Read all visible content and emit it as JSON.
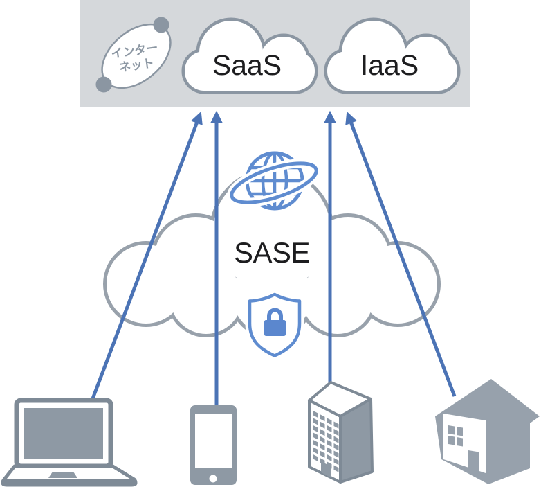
{
  "labels": {
    "internet_line1": "インター",
    "internet_line2": "ネット",
    "saas": "SaaS",
    "iaas": "IaaS",
    "sase": "SASE"
  },
  "icons": {
    "internet": "internet-ellipse-symbol",
    "saas": "saas-cloud",
    "iaas": "iaas-cloud",
    "sase": "sase-cloud",
    "globe": "globe-orbit-icon",
    "shield": "shield-lock-icon",
    "devices": [
      "laptop-icon",
      "smartphone-icon",
      "office-building-icon",
      "house-icon"
    ],
    "arrows": [
      "arrow-laptop-up",
      "arrow-smartphone-up",
      "arrow-building-up",
      "arrow-house-up"
    ]
  },
  "colors": {
    "panel_bg": "#d5d8db",
    "cloud_border": "#98a1ab",
    "small_cloud_border": "#8b96a2",
    "ellipse_gray": "#8b96a2",
    "arrow_blue": "#4b73b5",
    "icon_blue": "#5f8cd0",
    "lock_blue": "#5b87ce",
    "device_gray": "#8e99a4",
    "device_outline": "#7e8a96",
    "house_gray": "#97a1ac",
    "label_text": "#1d1d1f"
  }
}
